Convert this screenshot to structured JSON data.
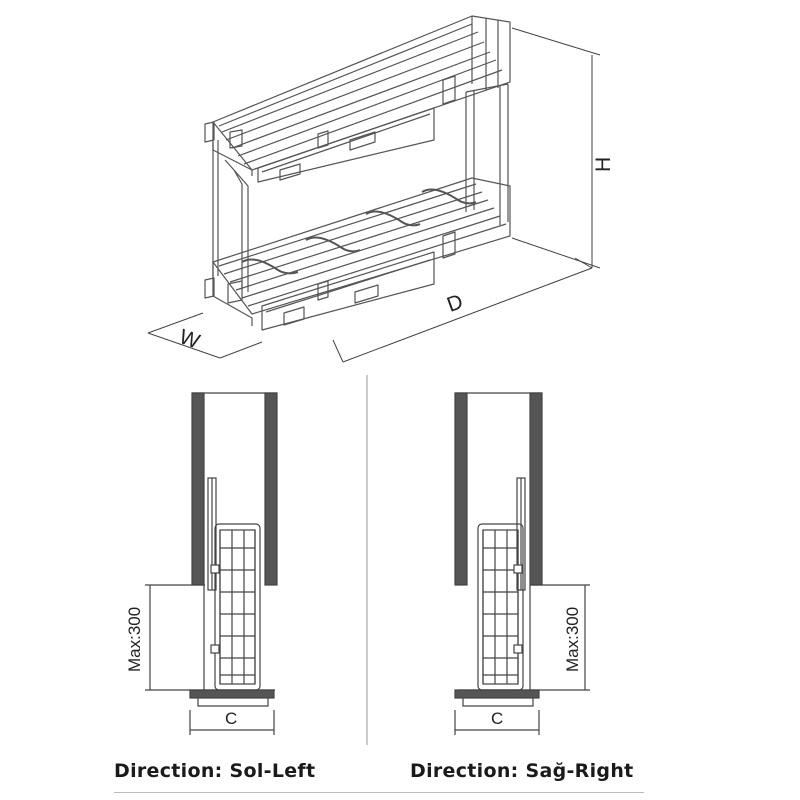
{
  "dimensions": {
    "width": "W",
    "depth": "D",
    "height": "H",
    "clearance": "C",
    "max_label": "Max:300"
  },
  "captions": {
    "left": "Direction: Sol-Left",
    "right": "Direction: Sağ-Right"
  },
  "colors": {
    "line": "#555555",
    "panel": "#555555",
    "caption": "#1a1a1a"
  }
}
